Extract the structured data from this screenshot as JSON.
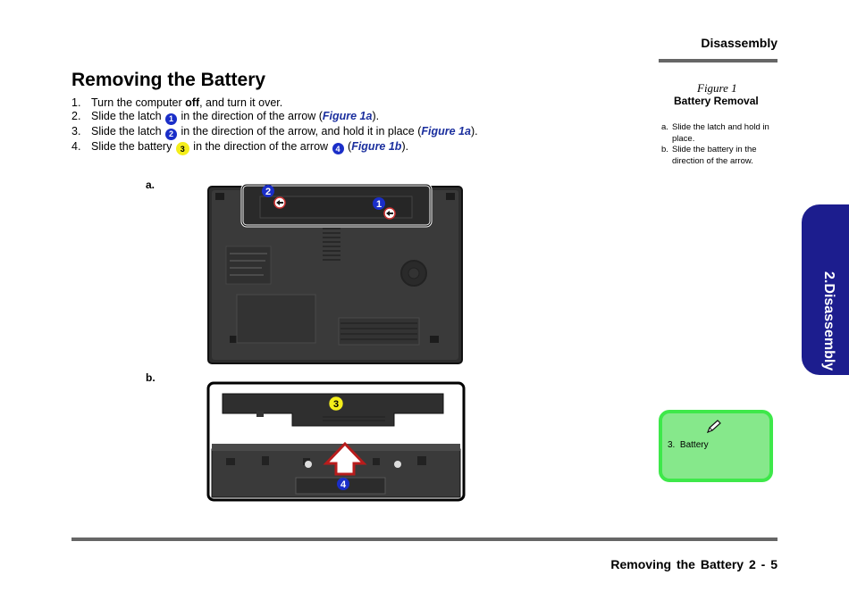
{
  "header": {
    "section": "Disassembly"
  },
  "title": "Removing the Battery",
  "steps": [
    {
      "num": "1.",
      "pre": "Turn the computer ",
      "bold": "off",
      "post": ", and turn it over."
    },
    {
      "num": "2.",
      "pre": "Slide the latch ",
      "badge": "1",
      "mid": " in the direction of the arrow (",
      "ref": "Figure 1a",
      "post": ")."
    },
    {
      "num": "3.",
      "pre": "Slide the latch ",
      "badge": "2",
      "mid": " in the direction of the arrow, and hold it in place (",
      "ref": "Figure 1a",
      "post": ")."
    },
    {
      "num": "4.",
      "pre": "Slide the battery ",
      "badge": "3",
      "mid": " in the direction of the arrow ",
      "badge2": "4",
      "mid2": " (",
      "ref": "Figure 1b",
      "post": ")."
    }
  ],
  "figure": {
    "label": "Figure 1",
    "title": "Battery Removal",
    "notes": [
      {
        "key": "a.",
        "text": "Slide the latch and hold in place."
      },
      {
        "key": "b.",
        "text": "Slide the battery in the direction of the arrow."
      }
    ],
    "part_a_label": "a.",
    "part_b_label": "b.",
    "callouts": {
      "c1": "1",
      "c2": "2",
      "c3": "3",
      "c4": "4"
    }
  },
  "side_tab": "2.Disassembly",
  "note": {
    "num": "3.",
    "text": "Battery"
  },
  "footer": {
    "text": "Removing the Battery 2 - 5"
  },
  "colors": {
    "accent_blue": "#1a2ec8",
    "callout_yellow": "#f4ee1a",
    "tab_navy": "#1c1d8e",
    "note_green": "#3ee84a",
    "ref_blue": "#1b2f9e"
  }
}
